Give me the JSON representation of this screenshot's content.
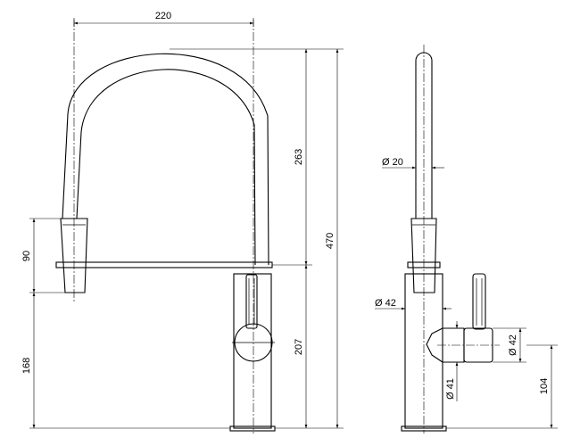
{
  "dimensions": {
    "width_220": "220",
    "height_263": "263",
    "height_470": "470",
    "height_90": "90",
    "height_168": "168",
    "height_207": "207",
    "dia_20": "Ø 20",
    "dia_42_body": "Ø 42",
    "dia_42_handle": "Ø 42",
    "dia_41": "Ø 41",
    "height_104": "104"
  }
}
